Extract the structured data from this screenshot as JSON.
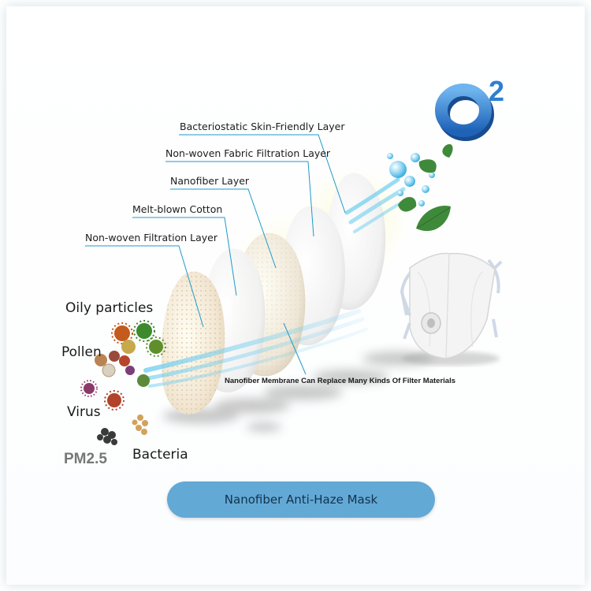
{
  "layer_labels": [
    "Bacteriostatic Skin-Friendly Layer",
    "Non-woven Fabric Filtration Layer",
    "Nanofiber Layer",
    "Melt-blown Cotton",
    "Non-woven Filtration Layer"
  ],
  "pollutants": {
    "oily": "Oily particles",
    "pollen": "Pollen",
    "virus": "Virus",
    "pm25": "PM2.5",
    "bacteria": "Bacteria"
  },
  "caption": "Nanofiber Membrane Can Replace Many Kinds Of Filter Materials",
  "banner": "Nanofiber Anti-Haze Mask",
  "oxygen": {
    "symbol": "O",
    "subscript": "2"
  },
  "colors": {
    "leader_line": "#1e9ac8",
    "banner_fill": "#63a9d6",
    "o2_blue": "#2f7fd0",
    "leaf_green": "#3f8a3a",
    "airflow": "#7fd0f0"
  }
}
